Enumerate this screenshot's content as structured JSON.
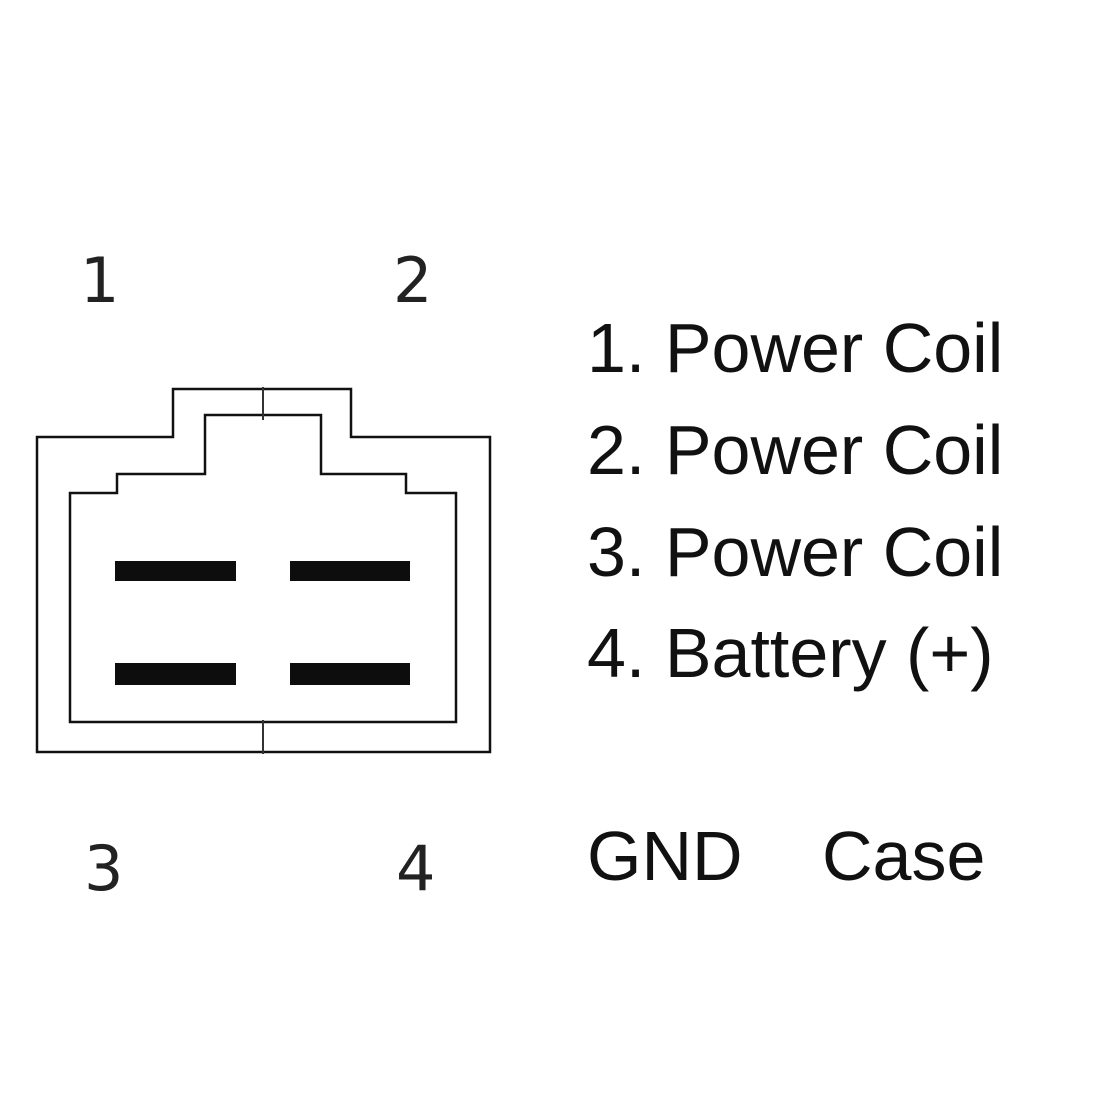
{
  "pins": [
    {
      "number": "1",
      "role": "Power Coil"
    },
    {
      "number": "2",
      "role": "Power Coil"
    },
    {
      "number": "3",
      "role": "Power Coil"
    },
    {
      "number": "4",
      "role": "Battery (+)"
    }
  ],
  "legend": [
    "1. Power Coil",
    "2. Power Coil",
    "3. Power Coil",
    "4. Battery (+)"
  ],
  "ground": {
    "label": "GND",
    "value": "Case"
  },
  "colors": {
    "line": "#111111",
    "background": "#ffffff"
  }
}
